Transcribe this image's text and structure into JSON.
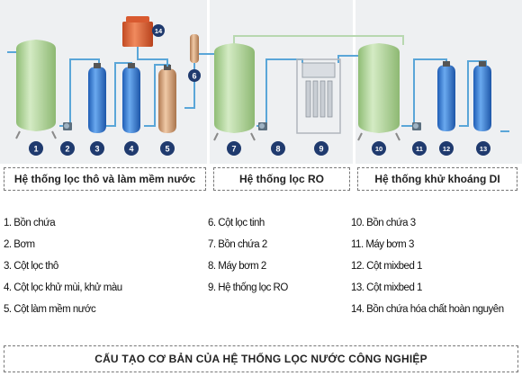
{
  "diagram": {
    "markers": [
      "1",
      "2",
      "3",
      "4",
      "5",
      "6",
      "7",
      "8",
      "9",
      "10",
      "11",
      "12",
      "13",
      "14"
    ]
  },
  "sections": [
    {
      "label": "Hệ thống lọc thô và làm mềm nước"
    },
    {
      "label": "Hệ thống lọc RO"
    },
    {
      "label": "Hệ thống khử khoáng DI"
    }
  ],
  "legend": {
    "col1": [
      "1. Bồn chứa",
      "2. Bơm",
      "3. Cột lọc thô",
      "4. Cột lọc khử mùi, khử màu",
      "5. Cột làm mềm nước"
    ],
    "col2": [
      "6. Cột lọc tinh",
      "7. Bồn chứa 2",
      "8. Máy bơm 2",
      "9. Hệ thống lọc RO"
    ],
    "col3": [
      "10. Bồn chứa 3",
      "11. Máy bơm 3",
      "12. Cột mixbed 1",
      "13. Cột mixbed 1",
      "14. Bồn chứa hóa chất hoàn nguyên"
    ]
  },
  "caption": "CẤU TẠO CƠ BẢN CỦA HỆ THỐNG LỌC NƯỚC CÔNG NGHIỆP",
  "colors": {
    "tank_green": "#b9d9a4",
    "column_blue": "#3b7fd6",
    "column_tan": "#d9a57a",
    "chem_tank": "#e0643a",
    "marker_navy": "#1f3a6e",
    "pipe": "#5aa6d8",
    "panel_bg": "#eef0f2"
  }
}
